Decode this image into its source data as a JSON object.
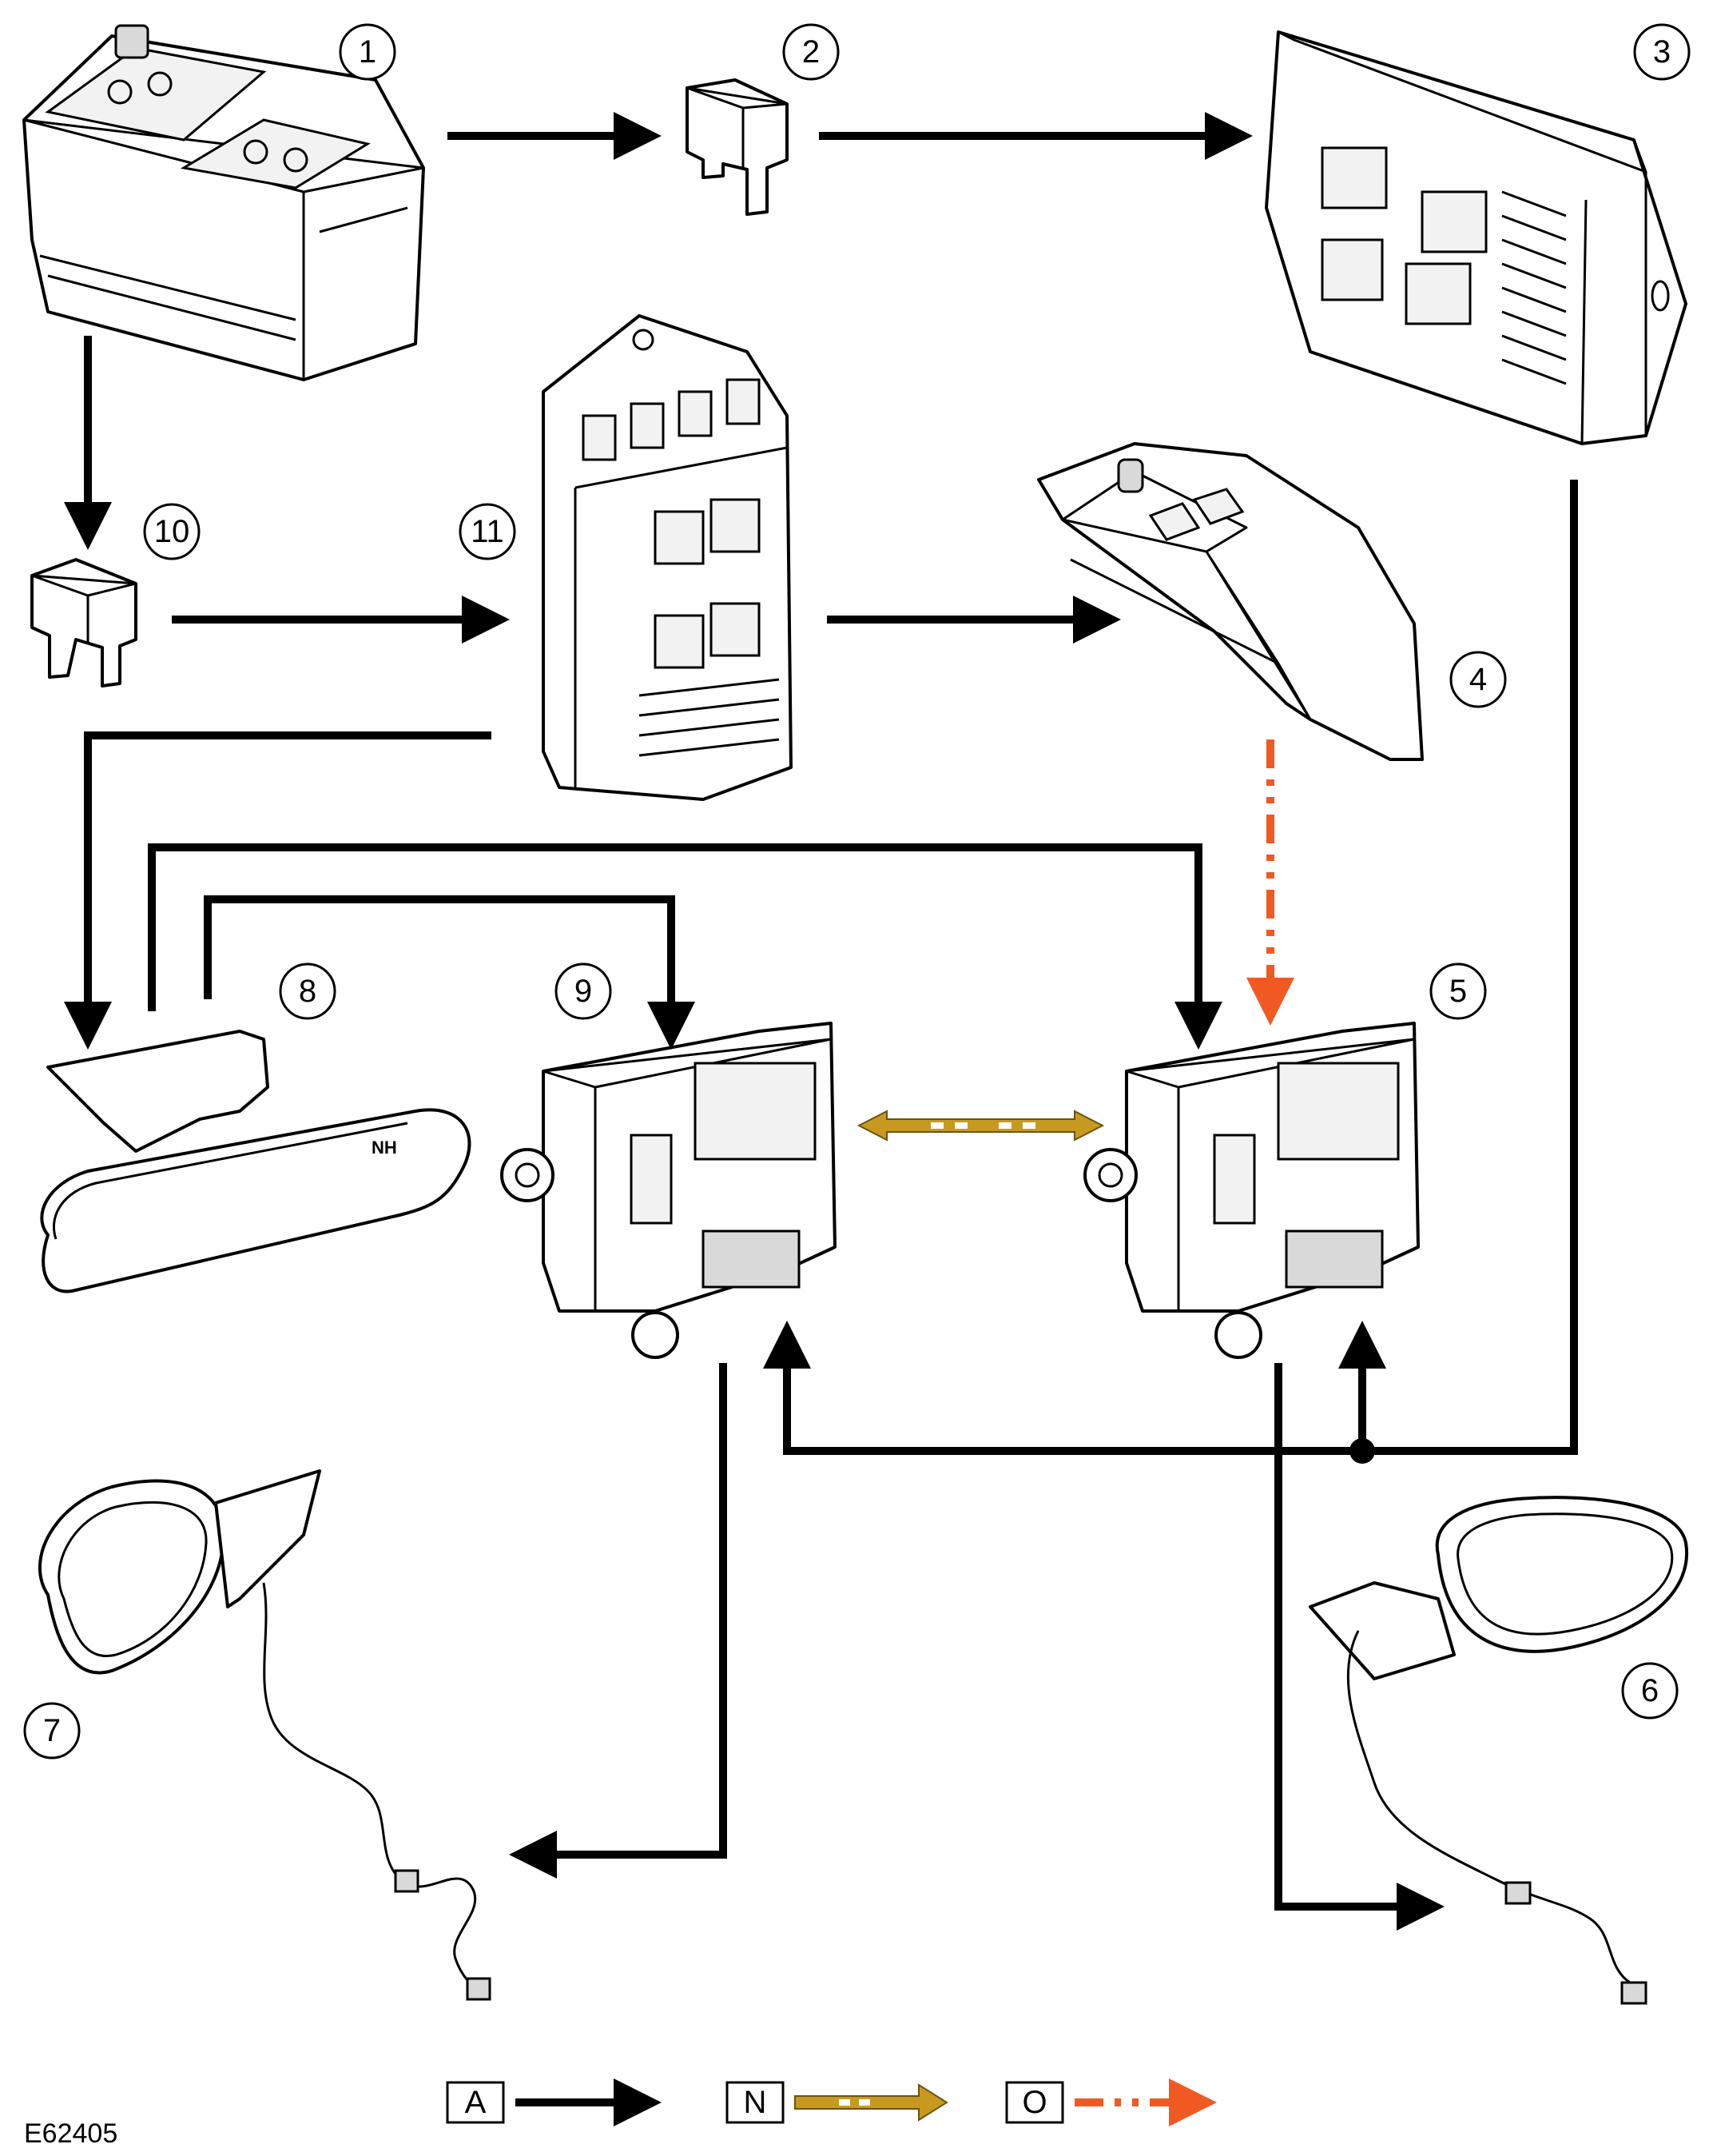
{
  "figure_id": "E62405",
  "callouts": [
    "1",
    "2",
    "3",
    "4",
    "5",
    "6",
    "7",
    "8",
    "9",
    "10",
    "11"
  ],
  "legend": [
    {
      "key": "A",
      "style": "solid-black-arrow",
      "color": "#000000"
    },
    {
      "key": "N",
      "style": "gold-outlined-dashed-arrow",
      "color": "#c79a1f"
    },
    {
      "key": "O",
      "style": "orange-dash-dot-dot-arrow",
      "color": "#f05a22"
    }
  ],
  "colors": {
    "line_a": "#000000",
    "line_n": "#c79a1f",
    "line_o": "#f05a22"
  }
}
